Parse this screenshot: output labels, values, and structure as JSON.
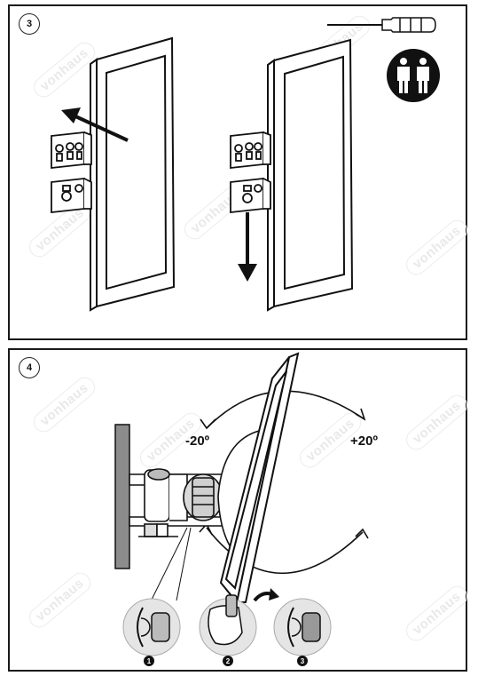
{
  "steps": [
    {
      "number": "3"
    },
    {
      "number": "4",
      "angle_left": "-20º",
      "angle_right": "+20º",
      "sub_steps": [
        "1",
        "2",
        "3"
      ]
    }
  ],
  "icons": {
    "tool": "screwdriver-icon",
    "people": "two-people-icon"
  },
  "watermark": "vonhaus"
}
